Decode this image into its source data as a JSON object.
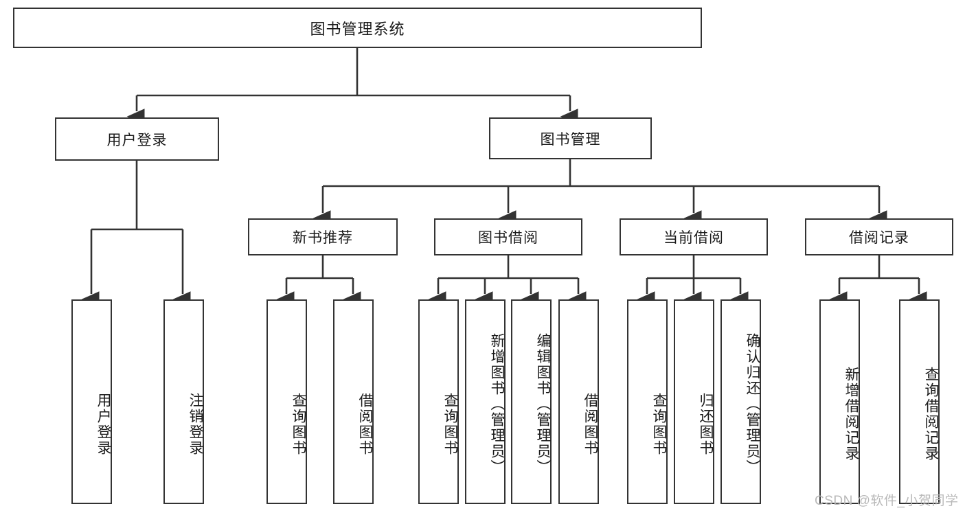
{
  "diagram": {
    "type": "tree-hierarchy",
    "title": "图书管理系统",
    "root": {
      "label": "图书管理系统"
    },
    "level2": [
      {
        "label": "用户登录"
      },
      {
        "label": "图书管理"
      }
    ],
    "level3": [
      {
        "label": "新书推荐"
      },
      {
        "label": "图书借阅"
      },
      {
        "label": "当前借阅"
      },
      {
        "label": "借阅记录"
      }
    ],
    "leaves": {
      "user_login": [
        "用户登录",
        "注销登录"
      ],
      "new_book_recommend": [
        "查询图书",
        "借阅图书"
      ],
      "book_borrow": [
        "查询图书",
        "新增图书（管理员）",
        "编辑图书（管理员）",
        "借阅图书"
      ],
      "current_borrow": [
        "查询图书",
        "归还图书",
        "确认归还（管理员）"
      ],
      "borrow_record": [
        "新增借阅记录",
        "查询借阅记录"
      ]
    }
  },
  "watermark": {
    "text": "CSDN @软件_小贺同学"
  },
  "colors": {
    "stroke": "#333333",
    "background": "#ffffff",
    "text": "#1a1a1a",
    "watermark": "#b9b9b9"
  }
}
